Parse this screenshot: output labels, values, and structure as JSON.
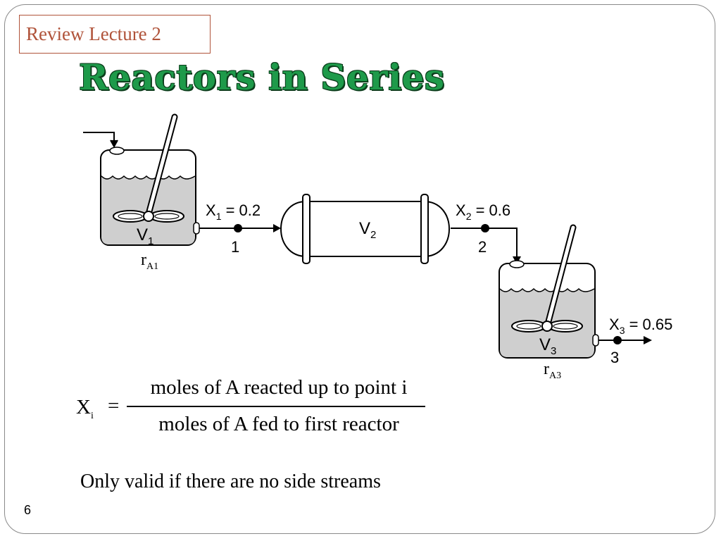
{
  "header": {
    "tag": "Review Lecture 2",
    "title": "Reactors in Series"
  },
  "diagram": {
    "reactor1": {
      "volume_main": "V",
      "volume_sub": "1",
      "rate_main": "r",
      "rate_sub": "A1"
    },
    "reactor2": {
      "volume_main": "V",
      "volume_sub": "2"
    },
    "reactor3": {
      "volume_main": "V",
      "volume_sub": "3",
      "rate_main": "r",
      "rate_sub": "A3"
    },
    "points": [
      {
        "label_main": "X",
        "label_sub": "1",
        "value": " = 0.2",
        "number": "1"
      },
      {
        "label_main": "X",
        "label_sub": "2",
        "value": " = 0.6",
        "number": "2"
      },
      {
        "label_main": "X",
        "label_sub": "3",
        "value": " = 0.65",
        "number": "3"
      }
    ]
  },
  "equation": {
    "lhs_main": "X",
    "lhs_sub": "i",
    "equals": "=",
    "numerator": "moles of  A reacted up to point i",
    "denominator": "moles of  A fed to first reactor"
  },
  "note": "Only valid if there are no side streams",
  "page_number": "6"
}
